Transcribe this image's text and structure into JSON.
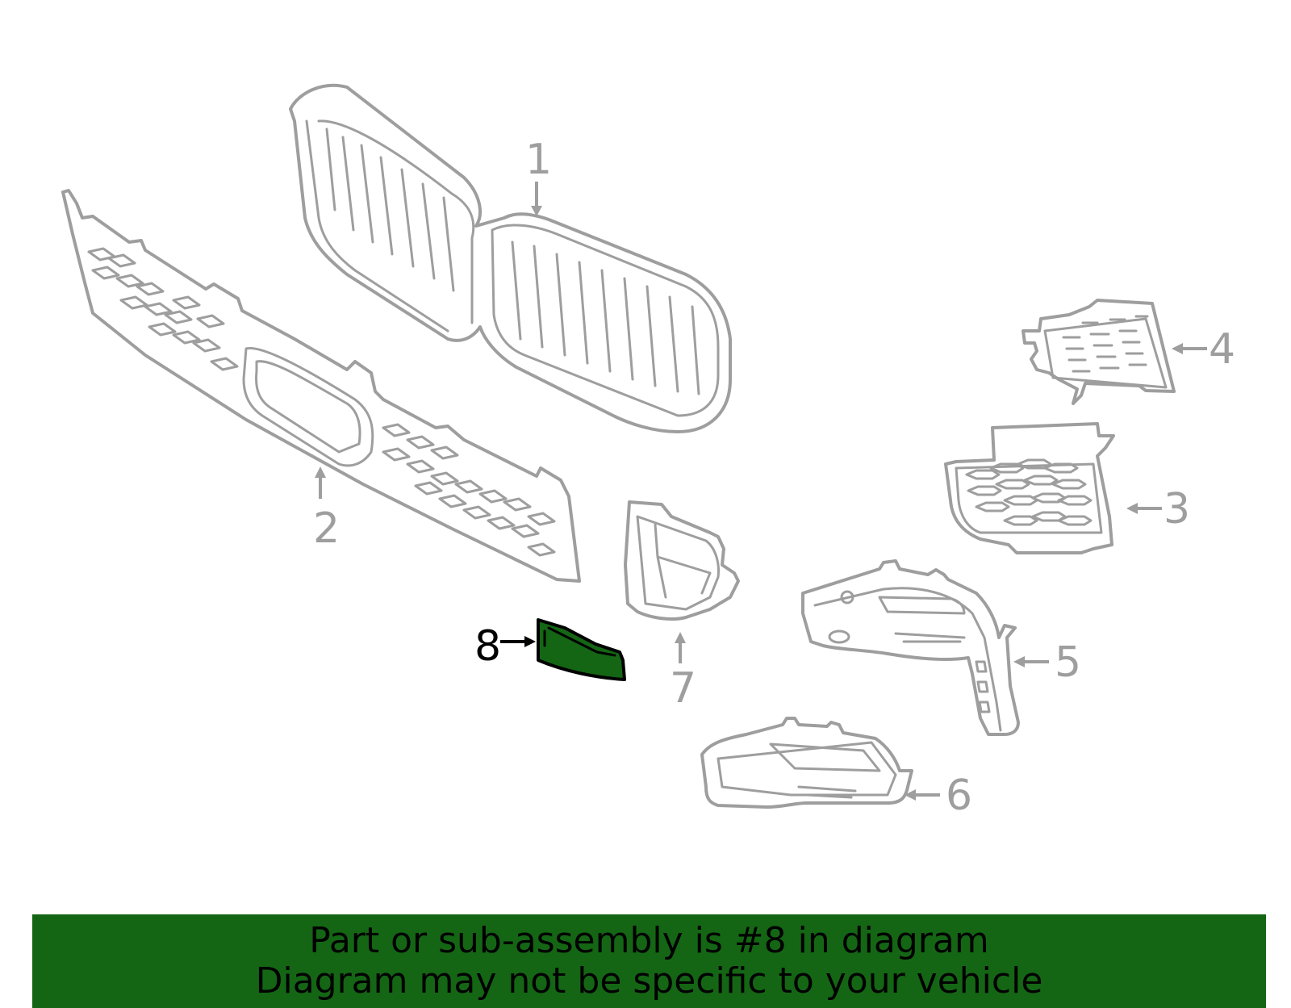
{
  "diagram": {
    "callouts": [
      {
        "id": "1",
        "label": "1"
      },
      {
        "id": "2",
        "label": "2"
      },
      {
        "id": "3",
        "label": "3"
      },
      {
        "id": "4",
        "label": "4"
      },
      {
        "id": "5",
        "label": "5"
      },
      {
        "id": "6",
        "label": "6"
      },
      {
        "id": "7",
        "label": "7"
      },
      {
        "id": "8",
        "label": "8"
      }
    ],
    "highlighted_part": "8",
    "colors": {
      "highlight": "#146614",
      "outline": "#9e9e9e",
      "banner": "#146614"
    }
  },
  "banner": {
    "line1": "Part or sub-assembly is #8 in diagram",
    "line2": "Diagram may not be specific to your vehicle"
  }
}
